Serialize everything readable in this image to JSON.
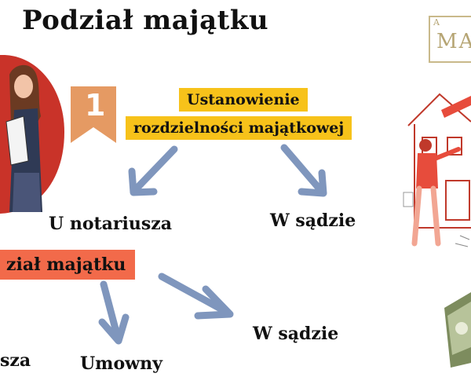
{
  "title": "Podział majątku",
  "step_number": "1",
  "step1": {
    "line1": "Ustanowienie",
    "line2": "rozdzielności majątkowej"
  },
  "branch_notary": "U notariusza",
  "branch_court_top": "W sądzie",
  "section2": "ział majątku",
  "branch_sza": "sza",
  "branch_umowny": "Umowny",
  "branch_court_bottom": "W sądzie",
  "logo": {
    "line1": "A",
    "line2": "MA"
  },
  "colors": {
    "yellow_highlight": "#f7c21a",
    "red_highlight": "#f26a4a",
    "arrow": "#7f96bd",
    "ribbon": "#e59a63",
    "logo_gold": "#b6a574"
  }
}
